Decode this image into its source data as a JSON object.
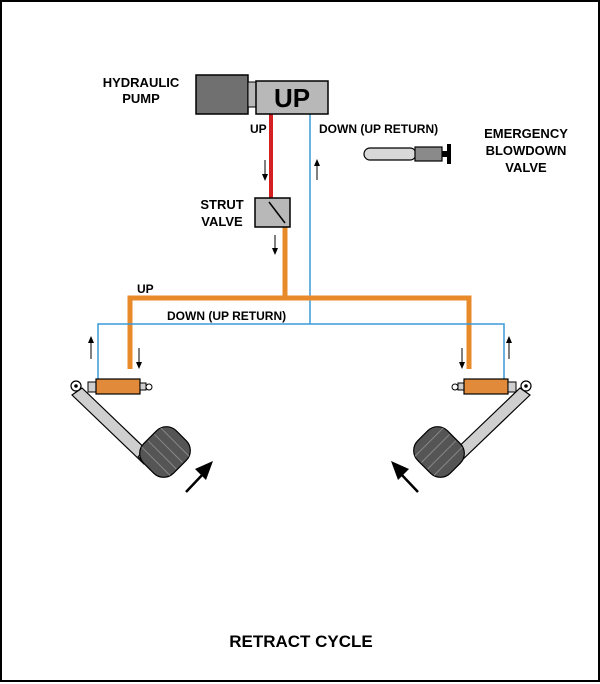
{
  "labels": {
    "hydraulic_pump_line1": "HYDRAULIC",
    "hydraulic_pump_line2": "PUMP",
    "pump_state": "UP",
    "up_line_label": "UP",
    "down_return_vertical": "DOWN (UP RETURN)",
    "emergency_line1": "EMERGENCY",
    "emergency_line2": "BLOWDOWN",
    "emergency_line3": "VALVE",
    "strut_line1": "STRUT",
    "strut_line2": "VALVE",
    "up_main": "UP",
    "down_main": "DOWN (UP RETURN)",
    "title": "RETRACT CYCLE"
  },
  "colors": {
    "pressure_red": "#d42020",
    "pressure_orange": "#e98a2a",
    "return_blue": "#3a9ad9",
    "component_gray": "#b8b8b8",
    "dark_gray": "#707070",
    "actuator_orange": "#e08a3a"
  }
}
